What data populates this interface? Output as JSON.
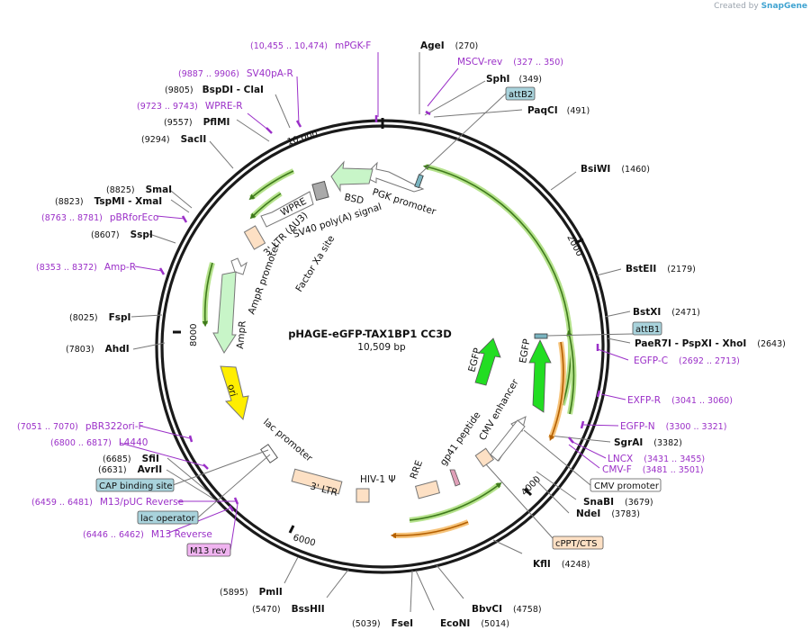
{
  "credit": {
    "prefix": "Created by",
    "brand": "SnapGene"
  },
  "plasmid": {
    "name": "pHAGE-eGFP-TAX1BP1 CC3D",
    "length": "10,509 bp"
  },
  "ticks": [
    "10,000",
    "2000",
    "4000",
    "6000",
    "8000"
  ],
  "sites": [
    {
      "name": "AgeI",
      "pos": "(270)"
    },
    {
      "name": "SphI",
      "pos": "(349)"
    },
    {
      "name": "PaqCI",
      "pos": "(491)"
    },
    {
      "name": "BsiWI",
      "pos": "(1460)"
    },
    {
      "name": "BstEII",
      "pos": "(2179)"
    },
    {
      "name": "BstXI",
      "pos": "(2471)"
    },
    {
      "name": "PaeR7I  - PspXI  - XhoI",
      "pos": "(2643)"
    },
    {
      "name": "SgrAI",
      "pos": "(3382)"
    },
    {
      "name": "SnaBI",
      "pos": "(3679)"
    },
    {
      "name": "NdeI",
      "pos": "(3783)"
    },
    {
      "name": "KflI",
      "pos": "(4248)"
    },
    {
      "name": "BbvCI",
      "pos": "(4758)"
    },
    {
      "name": "EcoNI",
      "pos": "(5014)"
    },
    {
      "name": "FseI",
      "pos": "(5039)"
    },
    {
      "name": "BssHII",
      "pos": "(5470)"
    },
    {
      "name": "PmlI",
      "pos": "(5895)"
    },
    {
      "name": "SfiI",
      "pos": "(6685)"
    },
    {
      "name": "AvrII",
      "pos": "(6631)"
    },
    {
      "name": "AhdI",
      "pos": "(7803)"
    },
    {
      "name": "FspI",
      "pos": "(8025)"
    },
    {
      "name": "SspI",
      "pos": "(8607)"
    },
    {
      "name": "TspMI  - XmaI",
      "pos": "(8823)"
    },
    {
      "name": "SmaI",
      "pos": "(8825)"
    },
    {
      "name": "SacII",
      "pos": "(9294)"
    },
    {
      "name": "PflMI",
      "pos": "(9557)"
    },
    {
      "name": "BspDI  - ClaI",
      "pos": "(9805)"
    }
  ],
  "primers": [
    {
      "name": "mPGK-F",
      "range": "(10,455 .. 10,474)"
    },
    {
      "name": "MSCV-rev",
      "range": "(327 .. 350)"
    },
    {
      "name": "SV40pA-R",
      "range": "(9887 .. 9906)"
    },
    {
      "name": "WPRE-R",
      "range": "(9723 .. 9743)"
    },
    {
      "name": "pBRforEco",
      "range": "(8763 .. 8781)"
    },
    {
      "name": "Amp-R",
      "range": "(8353 .. 8372)"
    },
    {
      "name": "EGFP-C",
      "range": "(2692 .. 2713)"
    },
    {
      "name": "EXFP-R",
      "range": "(3041 .. 3060)"
    },
    {
      "name": "EGFP-N",
      "range": "(3300 .. 3321)"
    },
    {
      "name": "LNCX",
      "range": "(3431 .. 3455)"
    },
    {
      "name": "CMV-F",
      "range": "(3481 .. 3501)"
    },
    {
      "name": "pBR322ori-F",
      "range": "(7051 .. 7070)"
    },
    {
      "name": "L4440",
      "range": "(6800 .. 6817)"
    },
    {
      "name": "M13/pUC Reverse",
      "range": "(6459 .. 6481)"
    },
    {
      "name": "M13 Reverse",
      "range": "(6446 .. 6462)"
    }
  ],
  "boxes": {
    "attB2": "attB2",
    "attB1": "attB1",
    "cmv_promoter": "CMV promoter",
    "cppt": "cPPT/CTS",
    "cap": "CAP binding site",
    "lac_operator": "lac operator",
    "m13rev": "M13 rev"
  },
  "features": {
    "bsd": "BSD",
    "pgk": "PGK promoter",
    "sv40": "SV40 poly(A) signal",
    "wpre": "WPRE",
    "ltr3": "3' LTR (ΔU3)",
    "factor_xa": "Factor Xa site",
    "ampr_promoter": "AmpR promoter",
    "ampr": "AmpR",
    "ori": "ori",
    "lac_promoter": "lac promoter",
    "ltr3b": "3' LTR",
    "hiv": "HIV-1 Ψ",
    "rre": "RRE",
    "gp41": "gp41 peptide",
    "cmv_enh": "CMV enhancer",
    "egfp1": "EGFP",
    "egfp2": "EGFP"
  },
  "colors": {
    "backbone": "#1a1a1a",
    "primer": "#9b30c8",
    "egfp": "#22dd22",
    "ori": "#ffee00",
    "ampr": "#c8f5c8",
    "ltr": "#fde0c4",
    "green_arc": "#5aa02c",
    "orange_arc": "#e08a1e",
    "box_blue": "#a9d3dc",
    "box_pink": "#f0b4f0"
  }
}
